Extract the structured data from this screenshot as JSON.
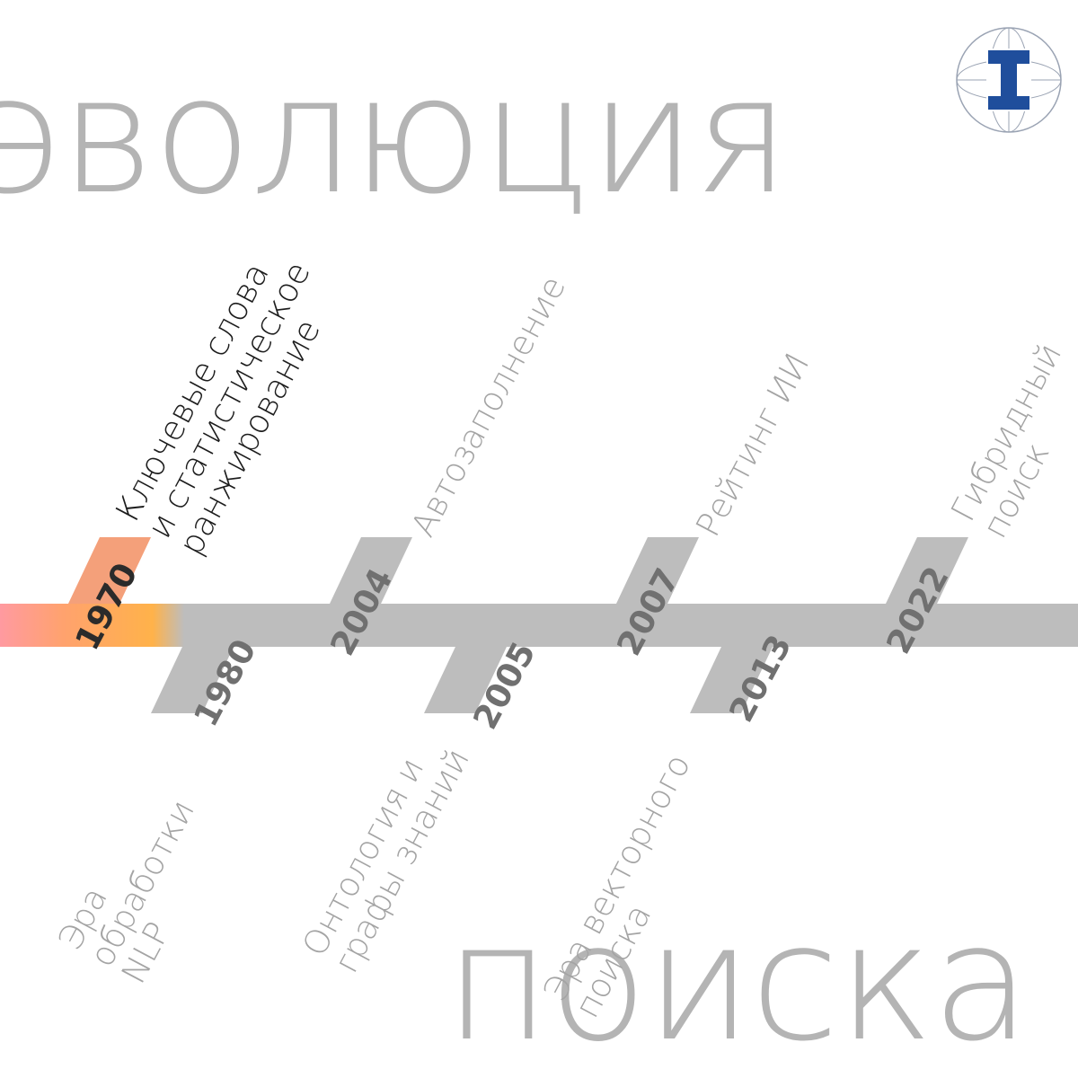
{
  "title": {
    "top": "эволюция",
    "bottom": "поиска"
  },
  "colors": {
    "accent_gradient": [
      "#ff9aa0",
      "#ffa26e",
      "#ffb24a"
    ],
    "timeline_grey": "#bdbdbd",
    "title_grey": "#b4b4b4",
    "logo_blue": "#1f4e9c"
  },
  "logo": {
    "icon": "globe-h-logo-icon"
  },
  "timeline": {
    "events": [
      {
        "year": "1970",
        "lines": [
          "Ключевые слова",
          "и статистическое",
          "ранжирование"
        ]
      },
      {
        "year": "1980",
        "lines": [
          "Эра",
          "обработки",
          "NLP"
        ]
      },
      {
        "year": "2004",
        "lines": [
          "Автозаполнение"
        ]
      },
      {
        "year": "2005",
        "lines": [
          "Онтология и",
          "графы знаний"
        ]
      },
      {
        "year": "2007",
        "lines": [
          "Рейтинг ИИ"
        ]
      },
      {
        "year": "2013",
        "lines": [
          "Эра векторного",
          "поиска"
        ]
      },
      {
        "year": "2022",
        "lines": [
          "Гибридный",
          "поиск"
        ]
      }
    ]
  }
}
